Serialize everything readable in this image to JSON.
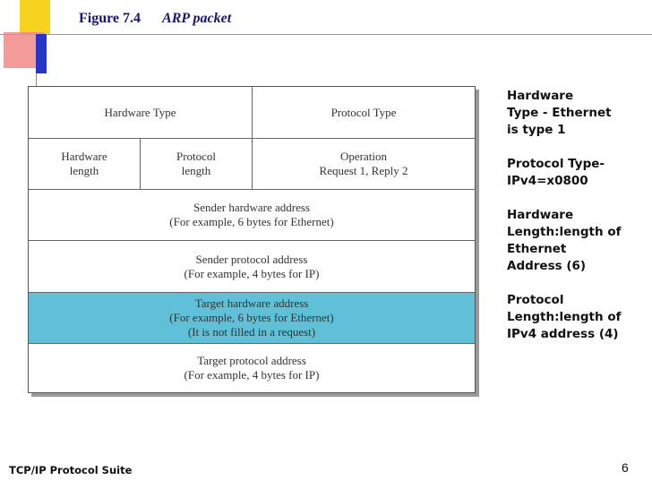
{
  "header": {
    "figure_label": "Figure 7.4",
    "figure_caption": "ARP packet"
  },
  "packet": {
    "hardware_type": "Hardware Type",
    "protocol_type": "Protocol Type",
    "hardware_length": [
      "Hardware",
      "length"
    ],
    "protocol_length": [
      "Protocol",
      "length"
    ],
    "operation": [
      "Operation",
      "Request 1, Reply 2"
    ],
    "sender_hw": [
      "Sender hardware address",
      "(For example, 6 bytes for Ethernet)"
    ],
    "sender_proto": [
      "Sender protocol address",
      "(For example, 4 bytes for IP)"
    ],
    "target_hw": [
      "Target hardware address",
      "(For example, 6 bytes for Ethernet)",
      "(It is not filled in a request)"
    ],
    "target_proto": [
      "Target protocol address",
      "(For example, 4 bytes for IP)"
    ],
    "highlight_color": "#5fc0d8"
  },
  "notes": [
    [
      "Hardware",
      "Type - Ethernet",
      "is type 1"
    ],
    [
      "Protocol Type-",
      "IPv4=x0800"
    ],
    [
      "Hardware",
      "Length:length of",
      "Ethernet",
      "Address (6)"
    ],
    [
      "Protocol",
      "Length:length of",
      "IPv4 address (4)"
    ]
  ],
  "footer": {
    "suite": "TCP/IP Protocol Suite",
    "page": "6"
  }
}
